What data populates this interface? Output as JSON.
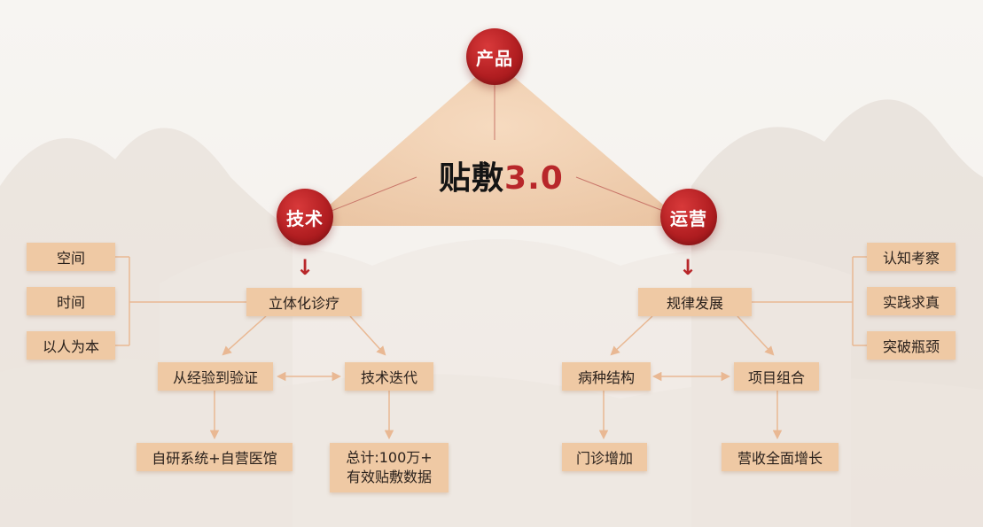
{
  "title": {
    "main": "贴敷",
    "version": "3.0"
  },
  "pillars": {
    "product": "产品",
    "tech": "技术",
    "ops": "运营"
  },
  "left": {
    "side": [
      "空间",
      "时间",
      "以人为本"
    ],
    "center": "立体化诊疗",
    "branch_a": "从经验到验证",
    "branch_b": "技术迭代",
    "result_a": "自研系统+自营医馆",
    "result_b_line1": "总计:100万+",
    "result_b_line2": "有效贴敷数据"
  },
  "right": {
    "side": [
      "认知考察",
      "实践求真",
      "突破瓶颈"
    ],
    "center": "规律发展",
    "branch_a": "病种结构",
    "branch_b": "项目组合",
    "result_a": "门诊增加",
    "result_b": "营收全面增长"
  },
  "arrow_glyph": "↓",
  "colors": {
    "accent": "#b8272a",
    "box": "#efc9a4",
    "line": "#e9b893"
  }
}
